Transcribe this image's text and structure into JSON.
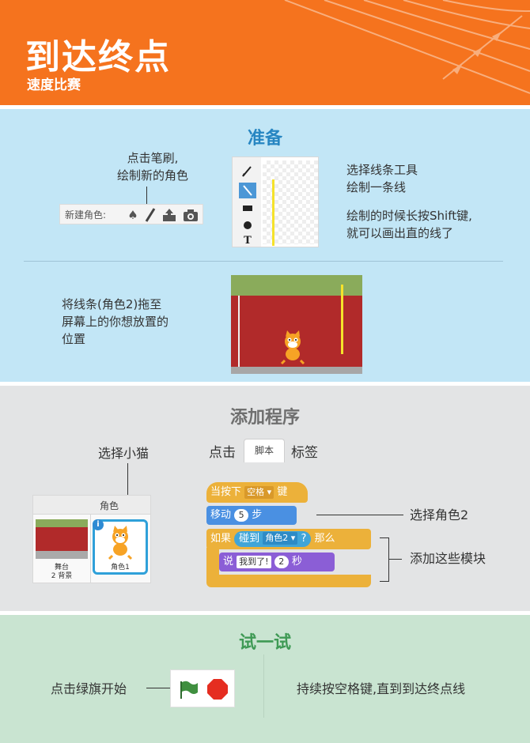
{
  "header": {
    "title": "到达终点",
    "subtitle": "速度比赛",
    "bg_color": "#f5731e"
  },
  "prep": {
    "title": "准备",
    "brush_note_line1": "点击笔刷,",
    "brush_note_line2": "绘制新的角色",
    "new_sprite_label": "新建角色:",
    "line_tool_note_line1": "选择线条工具",
    "line_tool_note_line2": "绘制一条线",
    "shift_note_line1": "绘制的时候长按Shift键,",
    "shift_note_line2": "就可以画出直的线了",
    "drag_note_line1": "将线条(角色2)拖至",
    "drag_note_line2": "屏幕上的你想放置的",
    "drag_note_line3": "位置",
    "text_tool_glyph": "T",
    "bg_color": "#c2e6f6"
  },
  "program": {
    "title": "添加程序",
    "cat_note": "选择小猫",
    "sprite_col_label": "角色",
    "stage_label": "舞台",
    "stage_backdrops": "2 背景",
    "sprite_label": "角色1",
    "click_label": "点击",
    "scripts_tab": "脚本",
    "tab_label": "标签",
    "blocks": {
      "hat_when": "当按下",
      "hat_key": "空格",
      "hat_suffix": "键",
      "move_label": "移动",
      "move_steps": "5",
      "move_suffix": "步",
      "if_label": "如果",
      "touching_label": "碰到",
      "touching_target": "角色2",
      "question": "?",
      "then_label": "那么",
      "say_label": "说",
      "say_text": "我到了!",
      "say_secs": "2",
      "say_suffix": "秒"
    },
    "pick_note": "选择角色2",
    "add_note": "添加这些模块",
    "bg_color": "#e3e4e5"
  },
  "try": {
    "title": "试一试",
    "flag_note": "点击绿旗开始",
    "hold_note": "持续按空格键,直到到达终点线",
    "bg_color": "#c9e4d1"
  }
}
